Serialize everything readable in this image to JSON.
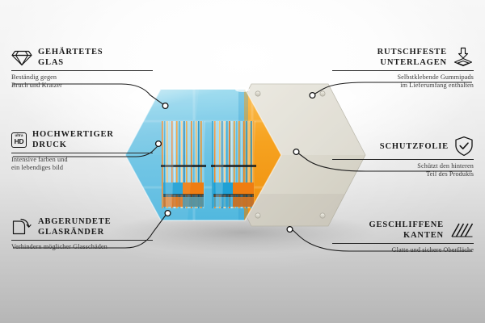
{
  "scene": {
    "background_top": "#f7f7f7",
    "background_bottom": "#b6b6b6"
  },
  "product": {
    "name": "hexagonal-glass-cutting-board",
    "board_colors": {
      "blue": "#7ecbe8",
      "blue_dark": "#3fb3dd",
      "orange": "#f5a21a",
      "orange_dark": "#e8860e"
    },
    "backplate_color": "#dedbd0",
    "pads_count": 4
  },
  "callouts": {
    "left": [
      {
        "id": "gehaertetes-glas",
        "icon": "diamond-icon",
        "title": "GEHÄRTETES\nGLAS",
        "subtitle": "Beständig gegen\nBruch und Kratzer"
      },
      {
        "id": "hochwertiger-druck",
        "icon": "ultra-hd-icon",
        "icon_text_small": "ultra",
        "icon_text_large": "HD",
        "title": "HOCHWERTIGER\nDRUCK",
        "subtitle": "Intensive farben und\nein lebendiges bild"
      },
      {
        "id": "abgerundete-glasraender",
        "icon": "rounded-corner-icon",
        "title": "ABGERUNDETE\nGLASRÄNDER",
        "subtitle": "Verhindern möglicher Glasschäden"
      }
    ],
    "right": [
      {
        "id": "rutschfeste-unterlagen",
        "icon": "press-pad-icon",
        "title": "RUTSCHFESTE\nUNTERLAGEN",
        "subtitle": "Selbstklebende Gummipads\nim Lieferumfang enthalten"
      },
      {
        "id": "schutzfolie",
        "icon": "shield-check-icon",
        "title": "SCHUTZFOLIE",
        "subtitle": "Schützt den hinteren\nTeil des Produkts"
      },
      {
        "id": "geschliffene-kanten",
        "icon": "hatch-lines-icon",
        "title": "GESCHLIFFENE\nKANTEN",
        "subtitle": "Glatte und sichere Oberfläche"
      }
    ]
  }
}
